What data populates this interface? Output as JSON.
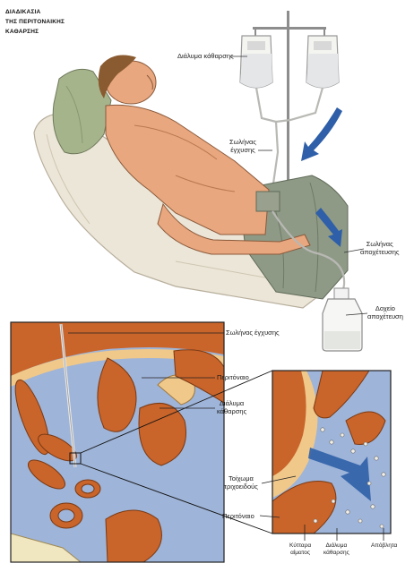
{
  "title_lines": [
    "ΔΙΑΔΙΚΑΣΙΑ",
    "ΤΗΣ ΠΕΡΙΤΟΝΑΙΚΗΣ",
    "ΚΑΘΑΡΣΗΣ"
  ],
  "labels": {
    "cleaning_solution": "Διάλυμα κάθαρσης",
    "infusion_tube_top": [
      "Σωλήνας",
      "έγχυσης"
    ],
    "drainage_tube": [
      "Σωλήνας",
      "αποχέτευσης"
    ],
    "drainage_container": [
      "Δοχείο",
      "αποχέτευση"
    ],
    "infusion_tube_inset": "Σωλήνας έγχυσης",
    "peritoneum_top": "Περιτόναιο",
    "cleaning_solution_inset": [
      "Διάλυμα",
      "κάθαρσης"
    ],
    "capillary_wall": [
      "Τοίχωμα",
      "τριχοειδούς"
    ],
    "peritoneum_bottom": "Περιτόναιο",
    "bottom_1": [
      "Κύτταρα",
      "αίματος"
    ],
    "bottom_2": [
      "Διάλυμα",
      "κάθαρσης"
    ],
    "bottom_3": "Απόβλητα"
  },
  "colors": {
    "skin": "#e8a77e",
    "bed": "#ece6d8",
    "blanket": "#8e9a86",
    "inset_bg": "#9eb4d8",
    "organ": "#c9642a",
    "peritoneum": "#f0c88a",
    "arrow": "#2e5fa8"
  }
}
